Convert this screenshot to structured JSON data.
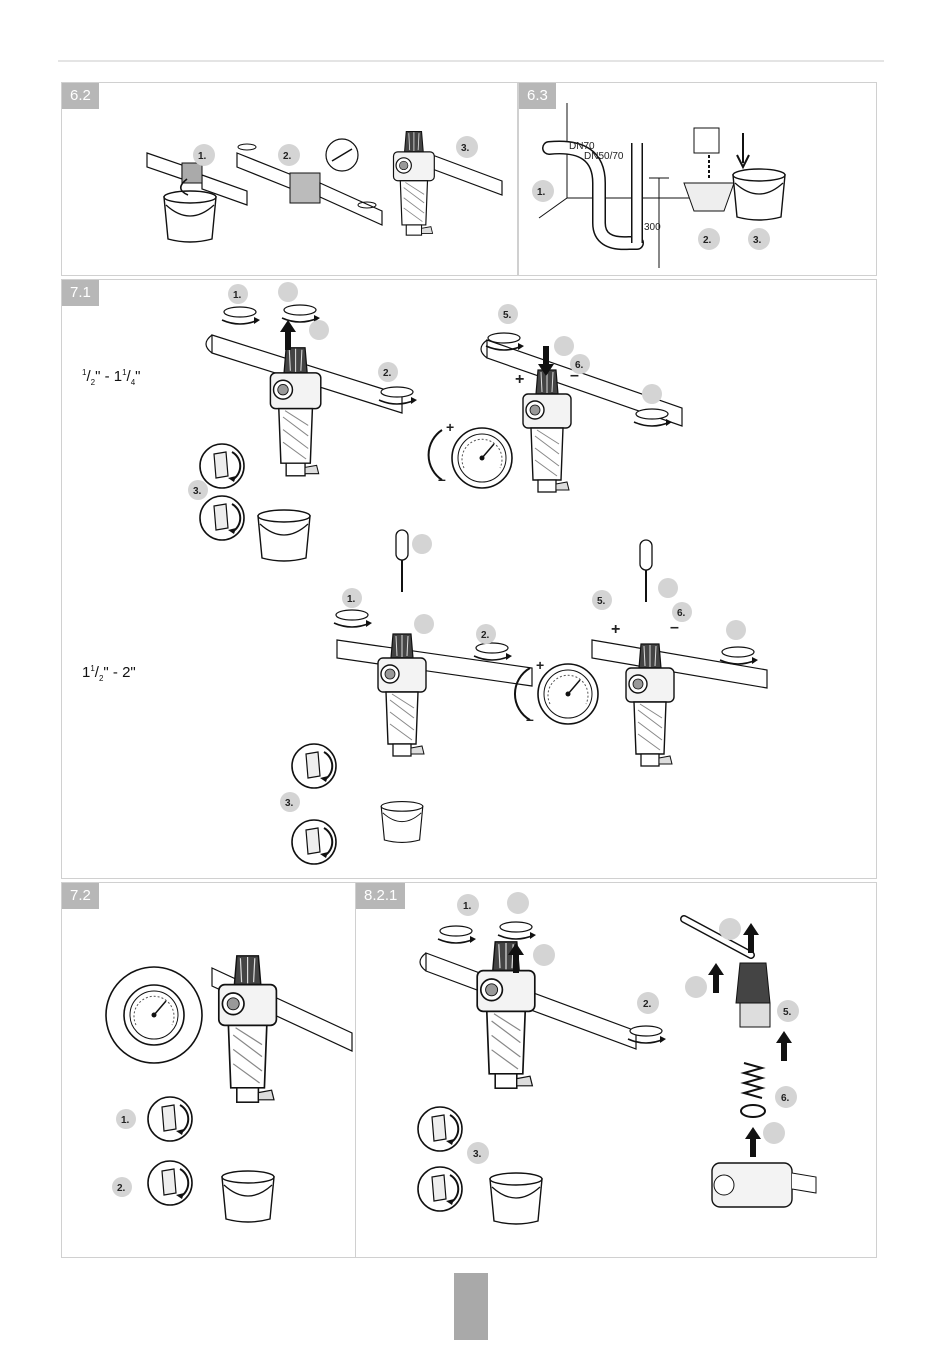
{
  "sections": {
    "s62": {
      "tag": "6.2",
      "steps": [
        "1.",
        "2.",
        "3."
      ]
    },
    "s63": {
      "tag": "6.3",
      "steps": [
        "1.",
        "2.",
        "3."
      ],
      "labels": {
        "dn70": "DN70",
        "dn5070": "DN50/70",
        "height": "300"
      }
    },
    "s71": {
      "tag": "7.1",
      "small": {
        "num1": "1",
        "den1": "2",
        "mid": "\" - 1",
        "num2": "1",
        "den2": "4",
        "end": "\""
      },
      "large": {
        "pre": "1",
        "num": "1",
        "den": "2",
        "end": "\" - 2\""
      },
      "steps": [
        "1.",
        "2.",
        "3.",
        "5.",
        "6."
      ],
      "signs": {
        "plus": "+",
        "minus": "–"
      }
    },
    "s72": {
      "tag": "7.2",
      "steps": [
        "1.",
        "2."
      ]
    },
    "s821": {
      "tag": "8.2.1",
      "steps": [
        "1.",
        "2.",
        "3.",
        "5.",
        "6."
      ]
    }
  },
  "icons": [
    "bucket-icon",
    "filter-icon",
    "gauge-icon",
    "screwdriver-icon",
    "arrow-icon",
    "valve-knob-icon"
  ],
  "colors": {
    "tag_bg": "#b7b7b7",
    "badge": "#d4d4d4",
    "line": "#1a1a1a",
    "page_tab": "#a9a9a9"
  }
}
